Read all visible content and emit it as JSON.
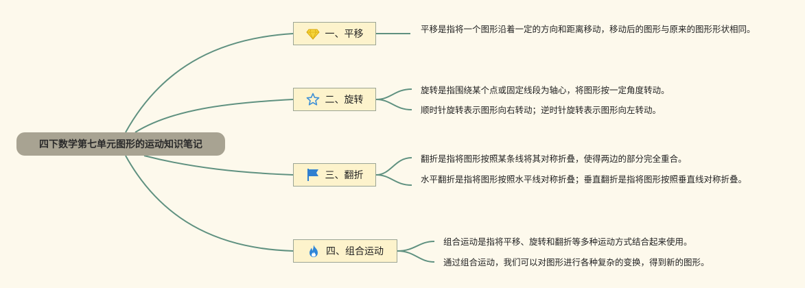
{
  "root": {
    "title": "四下数学第七单元图形的运动知识笔记"
  },
  "topics": [
    {
      "title": "一、平移",
      "icon": "diamond-icon",
      "color": "#f2c31a",
      "notes": [
        "平移是指将一个图形沿着一定的方向和距离移动，移动后的图形与原来的图形形状相同。"
      ]
    },
    {
      "title": "二、旋转",
      "icon": "star-outline-icon",
      "color": "#3d8fd6",
      "notes": [
        "旋转是指围绕某个点或固定线段为轴心，将图形按一定角度转动。",
        "顺时针旋转表示图形向右转动；逆时针旋转表示图形向左转动。"
      ]
    },
    {
      "title": "三、翻折",
      "icon": "flag-icon",
      "color": "#2f7fd0",
      "notes": [
        "翻折是指将图形按照某条线将其对称折叠，使得两边的部分完全重合。",
        "水平翻折是指将图形按照水平线对称折叠；垂直翻折是指将图形按照垂直线对称折叠。"
      ]
    },
    {
      "title": "四、组合运动",
      "icon": "flame-icon",
      "color": "#2f86d8",
      "notes": [
        "组合运动是指将平移、旋转和翻折等多种运动方式结合起来使用。",
        "通过组合运动，我们可以对图形进行各种复杂的变换，得到新的图形。"
      ]
    }
  ],
  "colors": {
    "line": "#5f9180",
    "background": "#fdf9ec",
    "root_fill": "#a8a392",
    "topic_fill": "#fdf3cc"
  }
}
